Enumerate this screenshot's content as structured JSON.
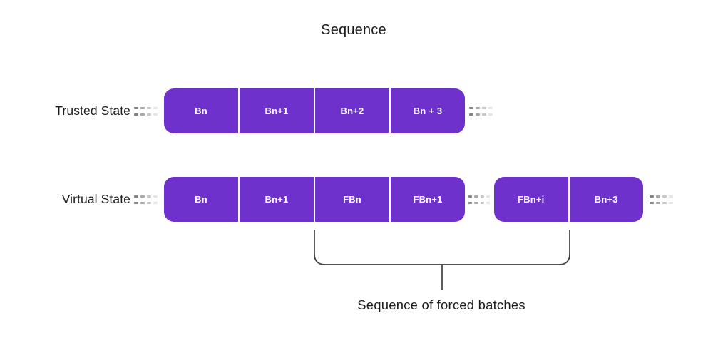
{
  "title": "Sequence",
  "colors": {
    "block": "#6e31cc",
    "block_text": "#ffffff",
    "label_text": "#1c1c1e",
    "bracket": "#3f3f3f",
    "dash": "#6f6f6f",
    "bg": "#ffffff"
  },
  "icons": {
    "continuation_dashes": "double-dashed-line (sequence continues)"
  },
  "rows": [
    {
      "label": "Trusted State",
      "groups": [
        {
          "cells": [
            "Bn",
            "Bn+1",
            "Bn+2",
            "Bn + 3"
          ]
        }
      ]
    },
    {
      "label": "Virtual State",
      "groups": [
        {
          "cells": [
            "Bn",
            "Bn+1",
            "FBn",
            "FBn+1"
          ]
        },
        {
          "cells": [
            "FBn+i",
            "Bn+3"
          ]
        }
      ]
    }
  ],
  "bracket_label": "Sequence of forced batches"
}
